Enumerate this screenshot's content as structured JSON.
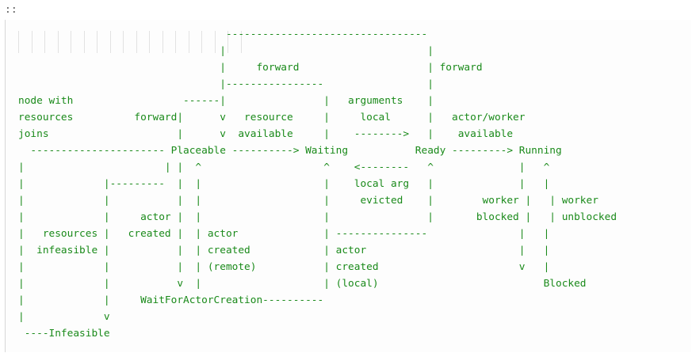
{
  "prefix": "::",
  "diagram": {
    "lines": [
      "                                  ---------------------------------",
      "                                 |                                 |",
      "                                 |     forward                     | forward",
      "                                 |----------------                 |",
      "node with                  ------|                |   arguments    |",
      "resources          forward|      v   resource     |     local      |   actor/worker",
      "joins                     |      v  available     |    -------->   |    available",
      "  ---------------------- Placeable ----------> Waiting           Ready ---------> Running",
      "|                       | |  ^                    ^    <--------   ^              |   ^",
      "|             |---------  |  |                    |    local arg   |              |   |",
      "|             |           |  |                    |     evicted    |        worker |   | worker",
      "|             |     actor |  |                    |                |       blocked |   | unblocked",
      "|   resources |   created |  | actor              | ---------------               |   |",
      "|  infeasible |           |  | created            | actor                         |   |",
      "|             |           |  | (remote)           | created                       v   |",
      "|             |           v  |                    | (local)                           Blocked",
      "|             |     WaitForActorCreation----------",
      "|             v",
      " ----Infeasible"
    ],
    "labels": {
      "states": [
        "Placeable",
        "Waiting",
        "Ready",
        "Running",
        "Blocked",
        "WaitForActorCreation",
        "Infeasible"
      ],
      "transitions": [
        "forward",
        "forward",
        "node with resources joins",
        "forward",
        "resource available",
        "arguments local",
        "actor/worker available",
        "local arg evicted",
        "worker blocked",
        "worker unblocked",
        "actor created",
        "resources infeasible",
        "actor created (remote)",
        "actor created (local)"
      ]
    }
  }
}
